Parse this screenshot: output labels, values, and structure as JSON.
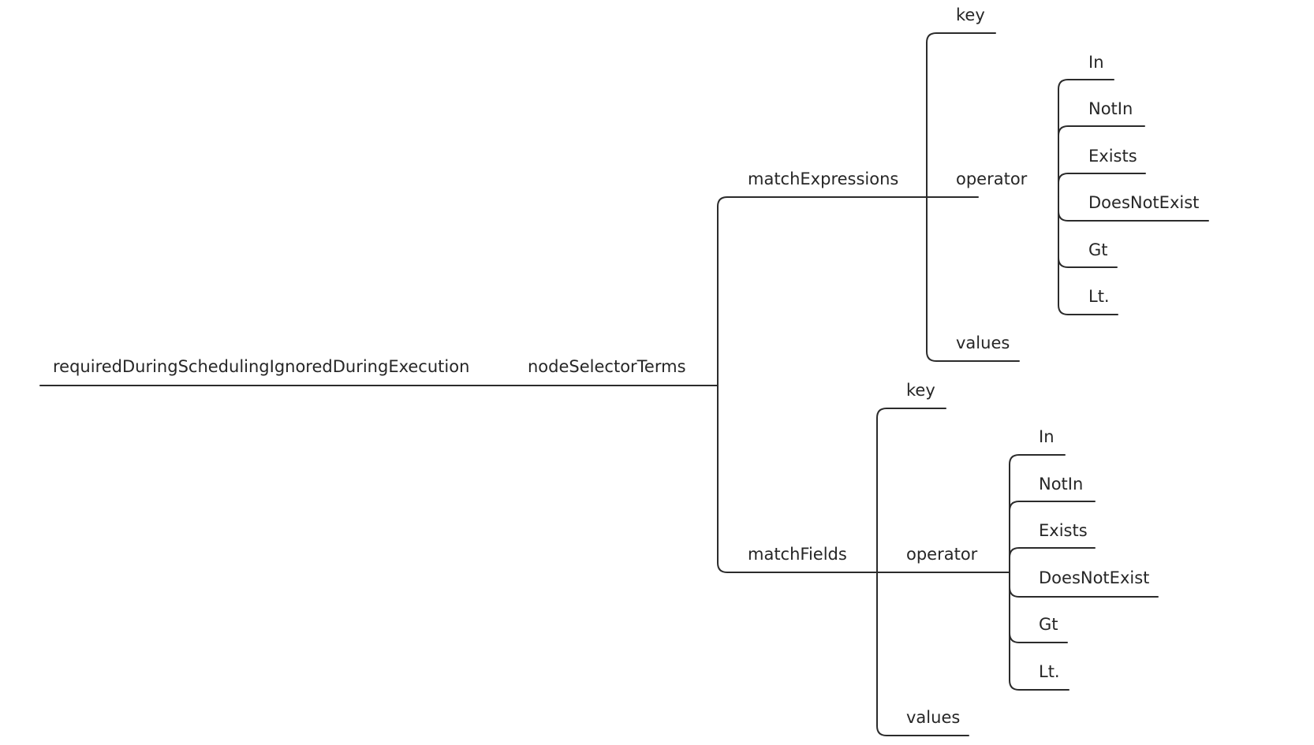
{
  "diagram": {
    "root": "requiredDuringSchedulingIgnoredDuringExecution",
    "child": "nodeSelectorTerms",
    "branches": [
      {
        "label": "matchExpressions",
        "fields": {
          "key": "key",
          "operator": "operator",
          "values": "values"
        },
        "operators": [
          "In",
          "NotIn",
          "Exists",
          "DoesNotExist",
          "Gt",
          "Lt."
        ]
      },
      {
        "label": "matchFields",
        "fields": {
          "key": "key",
          "operator": "operator",
          "values": "values"
        },
        "operators": [
          "In",
          "NotIn",
          "Exists",
          "DoesNotExist",
          "Gt",
          "Lt."
        ]
      }
    ]
  }
}
